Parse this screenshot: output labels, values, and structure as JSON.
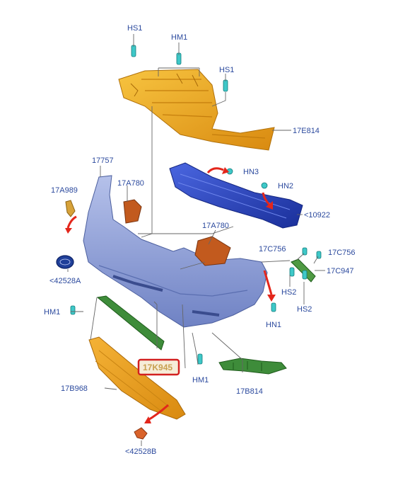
{
  "callouts": {
    "hs1_top": "HS1",
    "hm1_top": "HM1",
    "hs1_right": "HS1",
    "p17e814": "17E814",
    "p17757": "17757",
    "hn3": "HN3",
    "hn2": "HN2",
    "p17a989": "17A989",
    "p17a780_left": "17A780",
    "p10922": "<10922",
    "p17a780_center": "17A780",
    "p17c756_left": "17C756",
    "p17c756_right": "17C756",
    "p17c947": "17C947",
    "p42528a": "<42528A",
    "hs2_left": "HS2",
    "hs2_right": "HS2",
    "hm1_left": "HM1",
    "hn1": "HN1",
    "p17k945": "17K945",
    "p17b968": "17B968",
    "hm1_bottom": "HM1",
    "p17b814": "17B814",
    "p42528b": "<42528B"
  },
  "colors": {
    "shield": "#f2a41c",
    "beam": "#2a47c8",
    "bumper": "#8d9ed6",
    "grille": "#3e8c3a",
    "highlight_box": "#d22020",
    "label": "#2c4a9e",
    "arrow": "#e3261b"
  }
}
